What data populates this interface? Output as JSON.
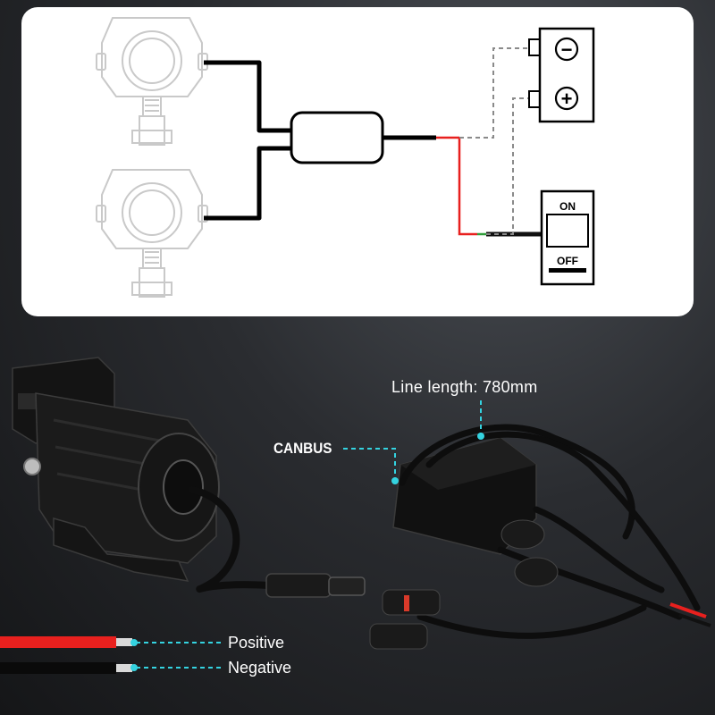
{
  "switch": {
    "on_label": "ON",
    "off_label": "OFF"
  },
  "battery": {
    "negative_symbol": "−",
    "positive_symbol": "+"
  },
  "callouts": {
    "line_length": "Line length: 780mm",
    "canbus": "CANBUS",
    "positive": "Positive",
    "negative": "Negative"
  },
  "colors": {
    "callout_cyan": "#34d3e0",
    "wire_red": "#e8201e",
    "wire_black": "#111111",
    "wire_green": "#2f9e3a"
  }
}
